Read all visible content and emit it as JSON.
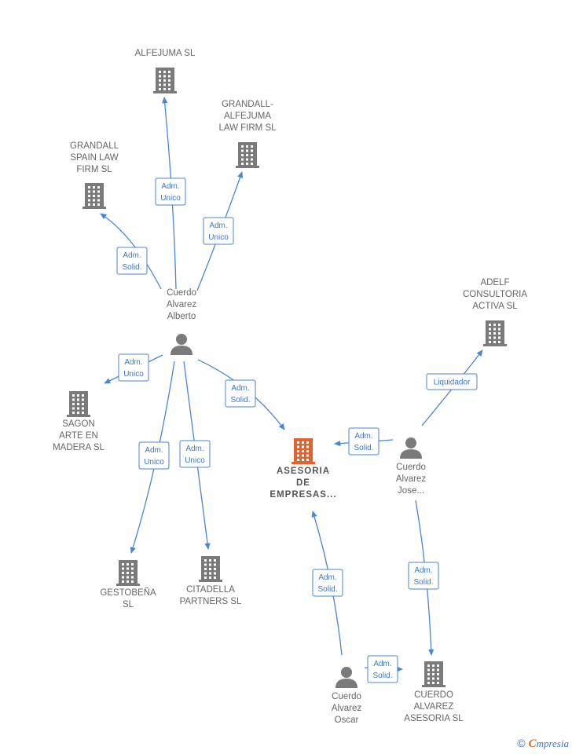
{
  "colors": {
    "edge": "#4a86d0",
    "building": "#7a7a7a",
    "focus": "#e8612c",
    "person": "#7a7a7a"
  },
  "nodes": [
    {
      "id": "alfejuma",
      "kind": "company",
      "label": [
        "ALFEJUMA  SL"
      ]
    },
    {
      "id": "grandall_alfejuma",
      "kind": "company",
      "label": [
        "GRANDALL-",
        "ALFEJUMA",
        "LAW FIRM SL"
      ]
    },
    {
      "id": "grandall_spain",
      "kind": "company",
      "label": [
        "GRANDALL",
        "SPAIN LAW",
        "FIRM SL"
      ]
    },
    {
      "id": "alberto",
      "kind": "person",
      "label": [
        "Cuerdo",
        "Alvarez",
        "Alberto"
      ]
    },
    {
      "id": "adelf",
      "kind": "company",
      "label": [
        "ADELF",
        "CONSULTORIA",
        "ACTIVA SL"
      ]
    },
    {
      "id": "sagon",
      "kind": "company",
      "label": [
        "SAGON",
        "ARTE EN",
        "MADERA  SL"
      ]
    },
    {
      "id": "asesoria",
      "kind": "focus",
      "label": [
        "ASESORIA",
        "DE",
        "EMPRESAS..."
      ]
    },
    {
      "id": "jose",
      "kind": "person",
      "label": [
        "Cuerdo",
        "Alvarez",
        "Jose..."
      ]
    },
    {
      "id": "gestobena",
      "kind": "company",
      "label": [
        "GESTOBEÑA",
        "SL"
      ]
    },
    {
      "id": "citadella",
      "kind": "company",
      "label": [
        "CITADELLA",
        "PARTNERS  SL"
      ]
    },
    {
      "id": "oscar",
      "kind": "person",
      "label": [
        "Cuerdo",
        "Alvarez",
        "Oscar"
      ]
    },
    {
      "id": "cuerdo_asesoria",
      "kind": "company",
      "label": [
        "CUERDO",
        "ALVAREZ",
        "ASESORIA  SL"
      ]
    }
  ],
  "edges": [
    {
      "id": "e1",
      "from": "alberto",
      "to": "alfejuma",
      "label": [
        "Adm.",
        "Unico"
      ]
    },
    {
      "id": "e2",
      "from": "alberto",
      "to": "grandall_alfejuma",
      "label": [
        "Adm.",
        "Unico"
      ]
    },
    {
      "id": "e3",
      "from": "alberto",
      "to": "grandall_spain",
      "label": [
        "Adm.",
        "Solid."
      ]
    },
    {
      "id": "e4",
      "from": "alberto",
      "to": "sagon",
      "label": [
        "Adm.",
        "Unico"
      ]
    },
    {
      "id": "e5",
      "from": "alberto",
      "to": "asesoria",
      "label": [
        "Adm.",
        "Solid."
      ]
    },
    {
      "id": "e6",
      "from": "alberto",
      "to": "gestobena",
      "label": [
        "Adm.",
        "Unico"
      ]
    },
    {
      "id": "e7",
      "from": "alberto",
      "to": "citadella",
      "label": [
        "Adm.",
        "Unico"
      ]
    },
    {
      "id": "e8",
      "from": "jose",
      "to": "adelf",
      "label": [
        "Liquidador"
      ]
    },
    {
      "id": "e9",
      "from": "jose",
      "to": "asesoria",
      "label": [
        "Adm.",
        "Solid."
      ]
    },
    {
      "id": "e10",
      "from": "jose",
      "to": "cuerdo_asesoria",
      "label": [
        "Adm.",
        "Solid."
      ]
    },
    {
      "id": "e11",
      "from": "oscar",
      "to": "asesoria",
      "label": [
        "Adm.",
        "Solid."
      ]
    },
    {
      "id": "e12",
      "from": "oscar",
      "to": "cuerdo_asesoria",
      "label": [
        "Adm.",
        "Solid."
      ]
    }
  ],
  "footer": {
    "copyright": "©",
    "brand_first": "C",
    "brand_rest": "mpresia"
  }
}
